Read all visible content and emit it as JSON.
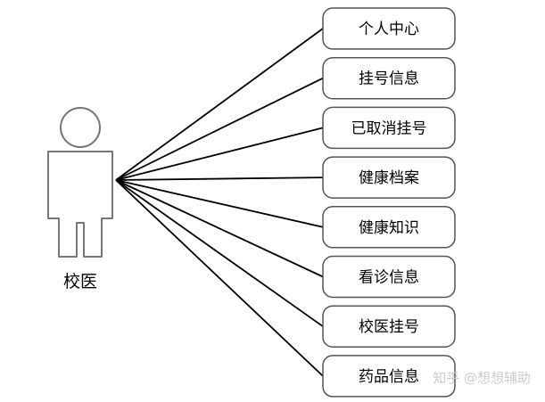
{
  "actor": {
    "label": "校医"
  },
  "use_cases": [
    "个人中心",
    "挂号信息",
    "已取消挂号",
    "健康档案",
    "健康知识",
    "看诊信息",
    "校医挂号",
    "药品信息"
  ],
  "watermark": {
    "text": "知乎 @想想辅助"
  },
  "colors": {
    "line": "#000000",
    "actor_stroke": "#777777",
    "box_stroke": "#555555",
    "watermark": "#c9cdd2"
  }
}
